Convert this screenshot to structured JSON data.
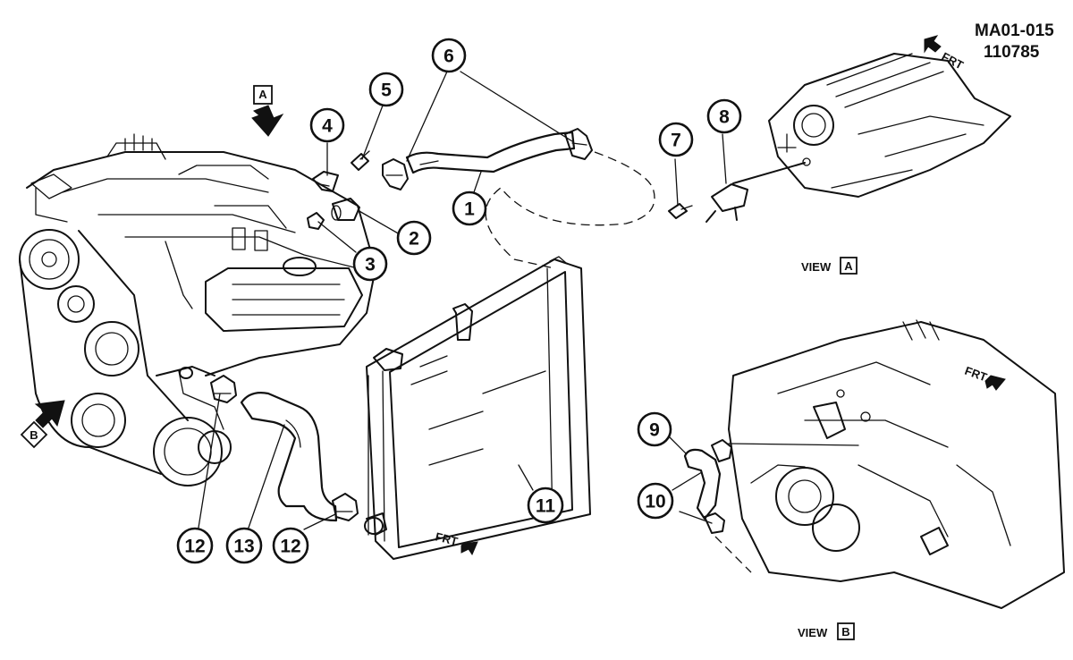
{
  "diagram": {
    "ref_code": "MA01-015",
    "ref_date": "110785",
    "callouts": [
      "1",
      "2",
      "3",
      "4",
      "5",
      "6",
      "7",
      "8",
      "9",
      "10",
      "11",
      "12",
      "13"
    ],
    "view_label": "VIEW",
    "view_a_letter": "A",
    "view_b_letter": "B",
    "frt_label": "FRT",
    "arrow_a_letter": "A",
    "arrow_b_letter": "B"
  },
  "colors": {
    "ink": "#111111",
    "paper": "#ffffff"
  }
}
